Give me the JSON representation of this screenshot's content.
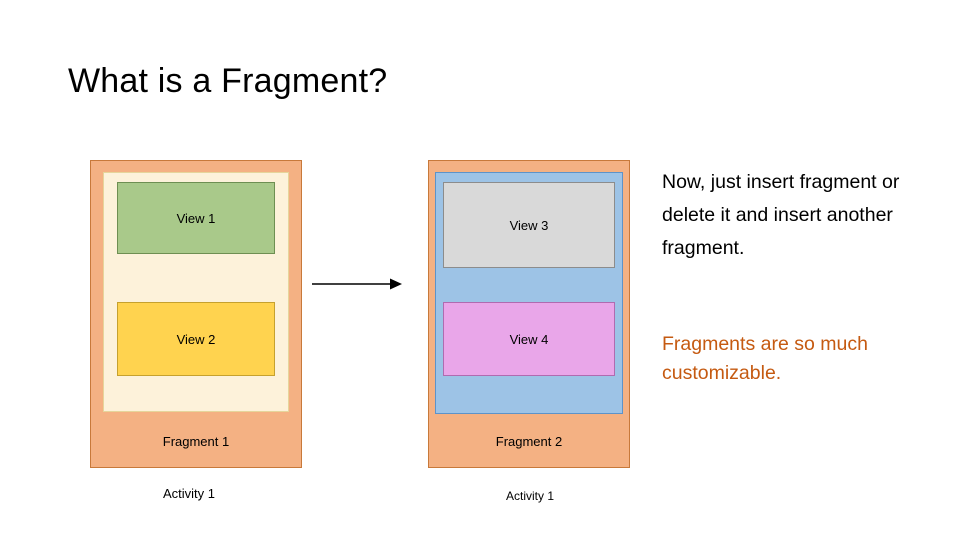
{
  "slide": {
    "title": "What is a Fragment?"
  },
  "diagram": {
    "left_group": {
      "activity_label": "Activity 1",
      "fragment_label": "Fragment 1",
      "views": [
        {
          "label": "View 1",
          "color": "#A9C98A"
        },
        {
          "label": "View 2",
          "color": "#FFD34F"
        }
      ]
    },
    "right_group": {
      "activity_label": "Activity 1",
      "fragment_label": "Fragment 2",
      "views": [
        {
          "label": "View 3",
          "color": "#D9D9D9"
        },
        {
          "label": "View 4",
          "color": "#E9A6E9"
        }
      ]
    },
    "arrow": "right-arrow"
  },
  "notes": {
    "primary": "Now, just insert fragment or delete it and insert another fragment.",
    "accent": "Fragments are so much customizable.",
    "accent_color": "#C55A11"
  }
}
